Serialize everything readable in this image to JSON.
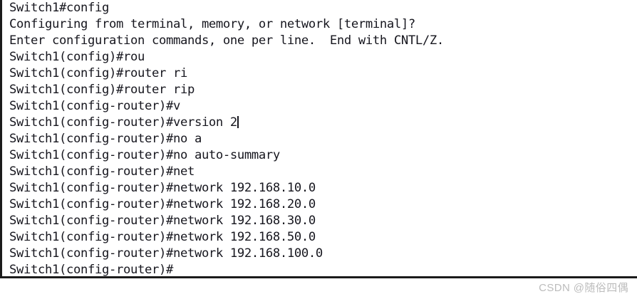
{
  "terminal": {
    "device_prompt": "Switch1",
    "lines": [
      {
        "text": "Switch1#config",
        "caret": false
      },
      {
        "text": "Configuring from terminal, memory, or network [terminal]?",
        "caret": false
      },
      {
        "text": "Enter configuration commands, one per line.  End with CNTL/Z.",
        "caret": false
      },
      {
        "text": "Switch1(config)#rou",
        "caret": false
      },
      {
        "text": "Switch1(config)#router ri",
        "caret": false
      },
      {
        "text": "Switch1(config)#router rip",
        "caret": false
      },
      {
        "text": "Switch1(config-router)#v",
        "caret": false
      },
      {
        "text": "Switch1(config-router)#version 2",
        "caret": true
      },
      {
        "text": "Switch1(config-router)#no a",
        "caret": false
      },
      {
        "text": "Switch1(config-router)#no auto-summary",
        "caret": false
      },
      {
        "text": "Switch1(config-router)#net",
        "caret": false
      },
      {
        "text": "Switch1(config-router)#network 192.168.10.0",
        "caret": false
      },
      {
        "text": "Switch1(config-router)#network 192.168.20.0",
        "caret": false
      },
      {
        "text": "Switch1(config-router)#network 192.168.30.0",
        "caret": false
      },
      {
        "text": "Switch1(config-router)#network 192.168.50.0",
        "caret": false
      },
      {
        "text": "Switch1(config-router)#network 192.168.100.0",
        "caret": false
      },
      {
        "text": "Switch1(config-router)#",
        "caret": false
      }
    ],
    "text_color": "#16161e",
    "background_color": "#ffffff",
    "border_color": "#1b1b1b"
  },
  "watermark": {
    "text": "CSDN @随俗四偶",
    "color": "#bcbcbc"
  }
}
